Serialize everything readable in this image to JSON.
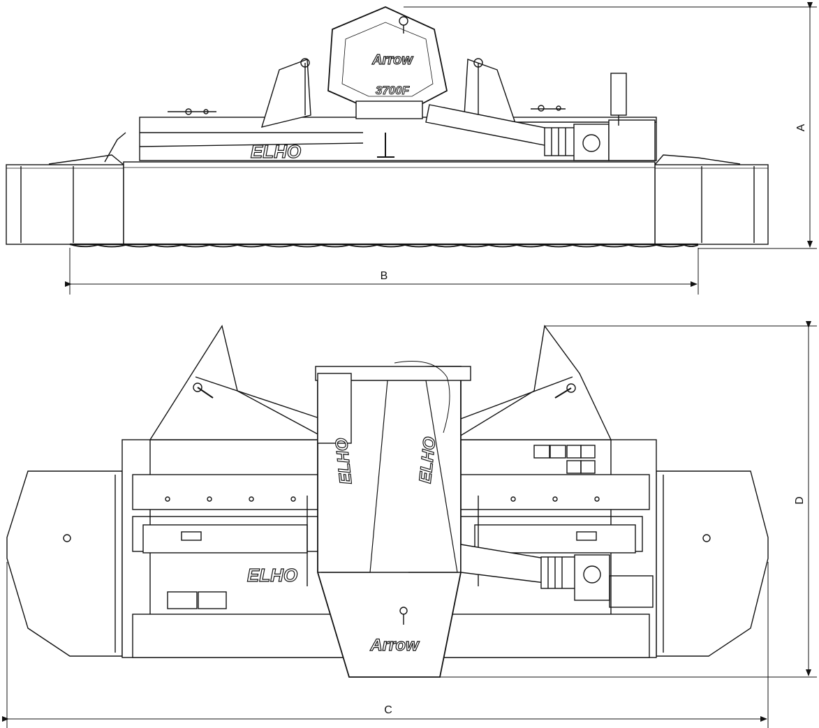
{
  "dimensions": {
    "a_label": "A",
    "b_label": "B",
    "c_label": "C",
    "d_label": "D"
  },
  "branding": {
    "product_logo": "Arrow",
    "model": "3700F",
    "brand_logo": "ELHO"
  },
  "views": {
    "side_view": "side-view",
    "top_view": "top-view"
  }
}
